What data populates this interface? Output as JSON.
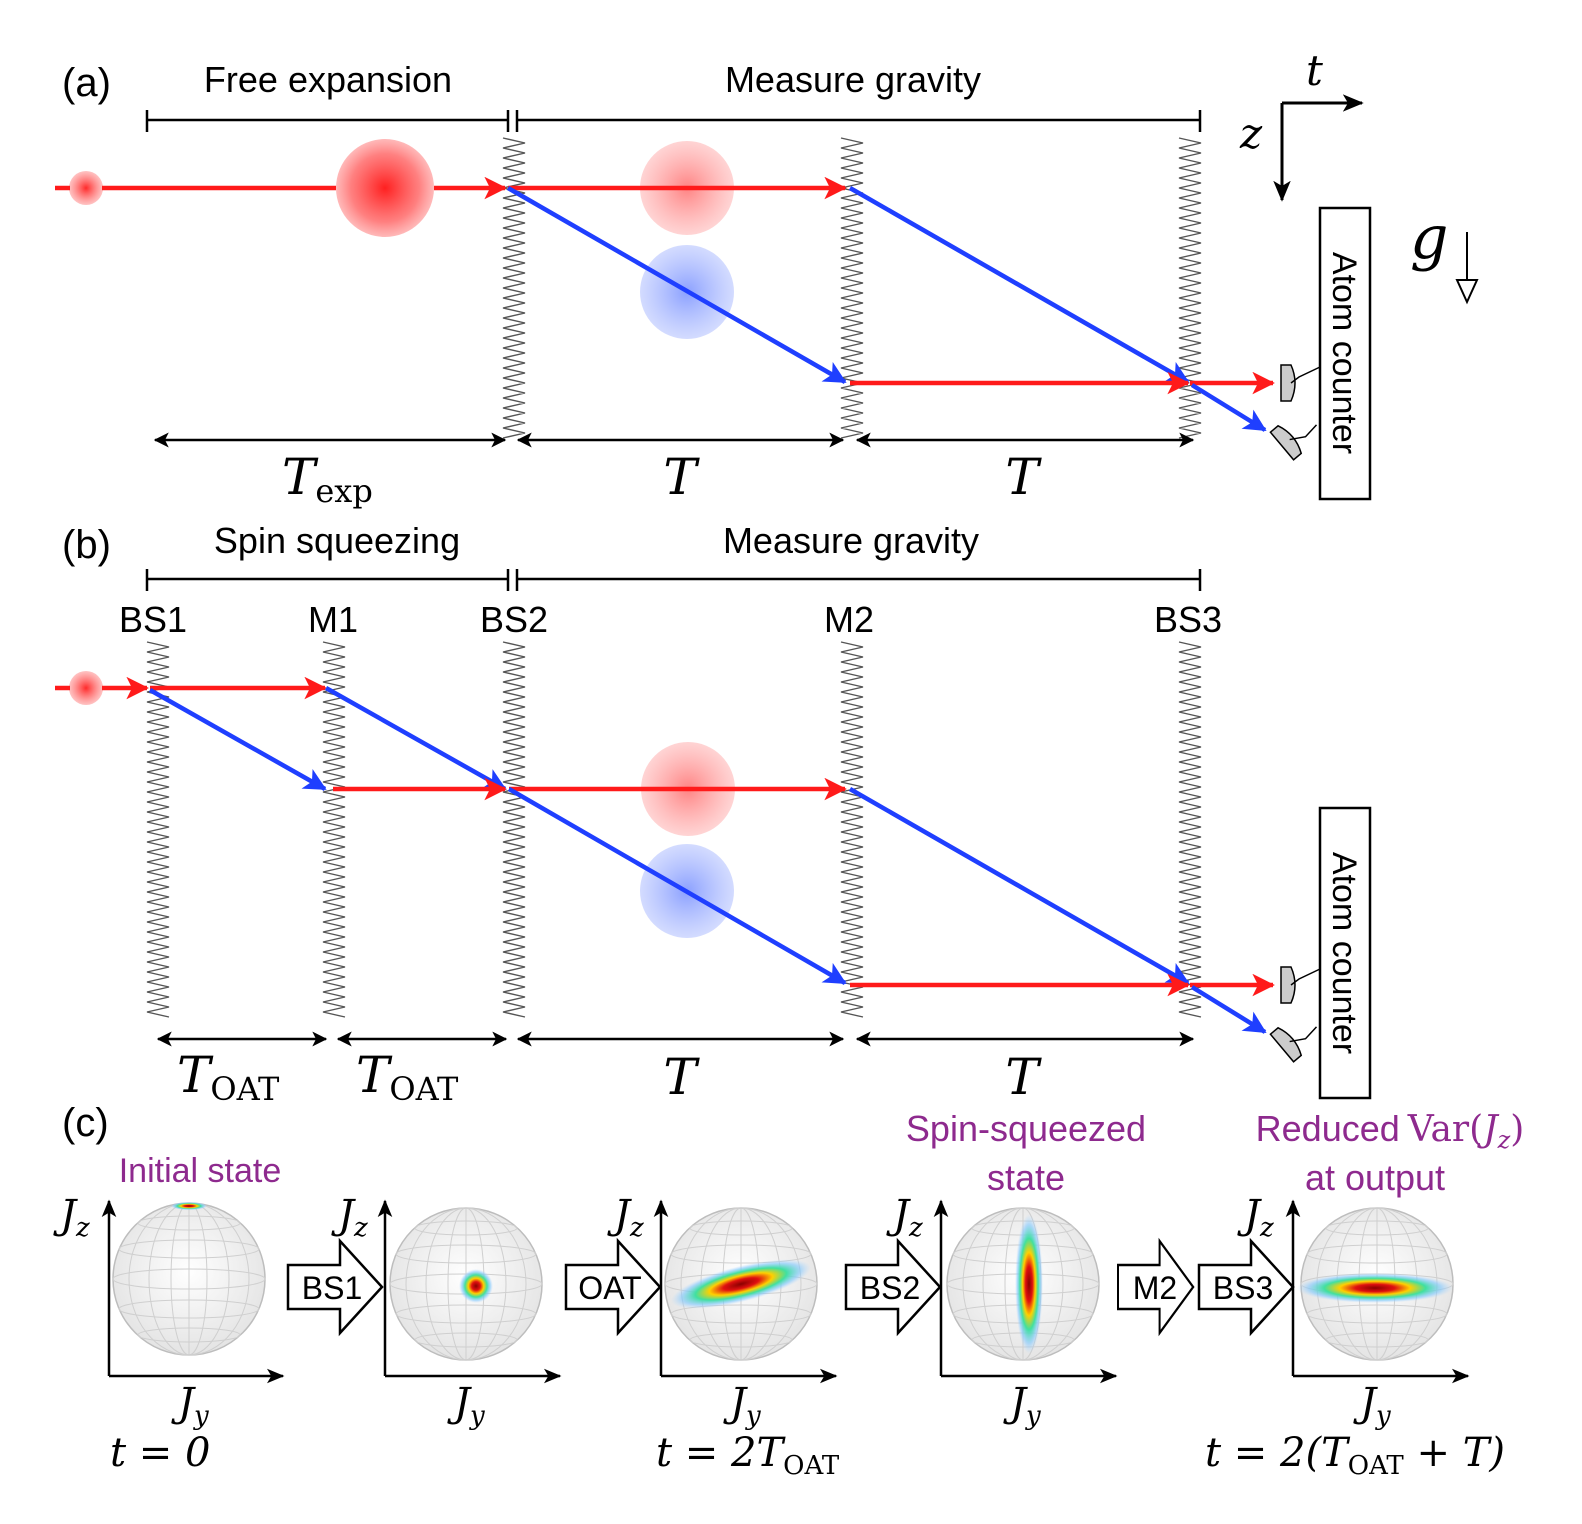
{
  "panel_a": {
    "label": "(a)",
    "stage_free": "Free expansion",
    "stage_gravity": "Measure gravity",
    "dur_exp": "T",
    "dur_exp_sub": "exp",
    "dur_T1": "T",
    "dur_T2": "T",
    "detector": "Atom counter"
  },
  "axes": {
    "t": "t",
    "z": "z",
    "g": "g"
  },
  "panel_b": {
    "label": "(b)",
    "stage_squeeze": "Spin squeezing",
    "stage_gravity": "Measure gravity",
    "pulses": [
      "BS1",
      "M1",
      "BS2",
      "M2",
      "BS3"
    ],
    "dur_oat": "T",
    "dur_oat_sub": "OAT",
    "dur_T": "T",
    "detector": "Atom counter"
  },
  "panel_c": {
    "label": "(c)",
    "note_initial": "Initial state",
    "note_squeezed_1": "Spin-squeezed",
    "note_squeezed_2": "state",
    "note_reduced_1": "Reduced",
    "note_reduced_var": "Var(",
    "note_reduced_J": "J",
    "note_reduced_sub": "z",
    "note_reduced_close": ")",
    "note_reduced_2": "at output",
    "arrows": [
      "BS1",
      "OAT",
      "BS2",
      "M2",
      "BS3"
    ],
    "axis_y": "J",
    "axis_y_sub": "y",
    "axis_z": "J",
    "axis_z_sub": "z",
    "time_0": "t = 0",
    "time_1a": "t = 2T",
    "time_1_sub": "OAT",
    "time_2a": "t = 2(T",
    "time_2_sub": "OAT",
    "time_2b": " + T)"
  },
  "colors": {
    "red_path": "#ff1a1a",
    "blue_path": "#1f3fff",
    "annotation_purple": "#8e2a8e"
  }
}
